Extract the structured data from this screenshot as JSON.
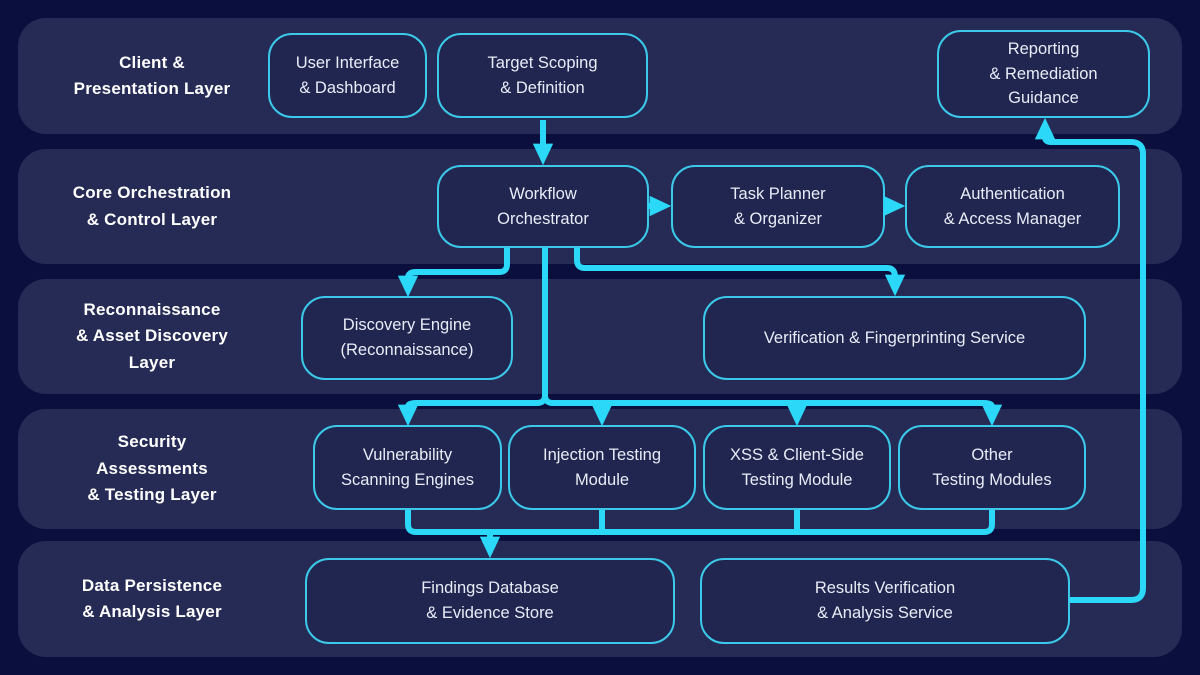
{
  "diagram": {
    "colors": {
      "background": "#0a0f3d",
      "band": "#262b55",
      "node_fill": "#202650",
      "node_border": "#3cc9e9",
      "arrow": "#2bd8f8",
      "layer_label_text": "#ffffff",
      "node_text": "#e9ecf6"
    },
    "layers": [
      {
        "label": "Client &\nPresentation Layer",
        "nodes": [
          {
            "label": "User Interface\n& Dashboard"
          },
          {
            "label": "Target Scoping\n& Definition"
          },
          {
            "label": "Reporting\n& Remediation\nGuidance"
          }
        ]
      },
      {
        "label": "Core Orchestration\n& Control Layer",
        "nodes": [
          {
            "label": "Workflow\nOrchestrator"
          },
          {
            "label": "Task Planner\n& Organizer"
          },
          {
            "label": "Authentication\n& Access Manager"
          }
        ]
      },
      {
        "label": "Reconnaissance\n& Asset Discovery\nLayer",
        "nodes": [
          {
            "label": "Discovery Engine\n(Reconnaissance)"
          },
          {
            "label": "Verification & Fingerprinting Service"
          }
        ]
      },
      {
        "label": "Security\nAssessments\n& Testing Layer",
        "nodes": [
          {
            "label": "Vulnerability\nScanning Engines"
          },
          {
            "label": "Injection Testing\nModule"
          },
          {
            "label": "XSS & Client-Side\nTesting Module"
          },
          {
            "label": "Other\nTesting Modules"
          }
        ]
      },
      {
        "label": "Data Persistence\n& Analysis Layer",
        "nodes": [
          {
            "label": "Findings Database\n& Evidence Store"
          },
          {
            "label": "Results Verification\n& Analysis Service"
          }
        ]
      }
    ],
    "connections": [
      {
        "from": "Target Scoping & Definition",
        "to": "Workflow Orchestrator"
      },
      {
        "from": "Workflow Orchestrator",
        "to": "Task Planner & Organizer"
      },
      {
        "from": "Task Planner & Organizer",
        "to": "Authentication & Access Manager"
      },
      {
        "from": "Workflow Orchestrator",
        "to": "Discovery Engine (Reconnaissance)"
      },
      {
        "from": "Workflow Orchestrator",
        "to": "Verification & Fingerprinting Service"
      },
      {
        "from": "Workflow Orchestrator",
        "to": "Vulnerability Scanning Engines"
      },
      {
        "from": "Workflow Orchestrator",
        "to": "Injection Testing Module"
      },
      {
        "from": "Workflow Orchestrator",
        "to": "XSS & Client-Side Testing Module"
      },
      {
        "from": "Workflow Orchestrator",
        "to": "Other Testing Modules"
      },
      {
        "from": "Vulnerability Scanning Engines",
        "to": "Findings Database & Evidence Store"
      },
      {
        "from": "Injection Testing Module",
        "to": "Findings Database & Evidence Store"
      },
      {
        "from": "XSS & Client-Side Testing Module",
        "to": "Findings Database & Evidence Store"
      },
      {
        "from": "Other Testing Modules",
        "to": "Findings Database & Evidence Store"
      },
      {
        "from": "Results Verification & Analysis Service",
        "to": "Reporting & Remediation Guidance"
      }
    ]
  }
}
